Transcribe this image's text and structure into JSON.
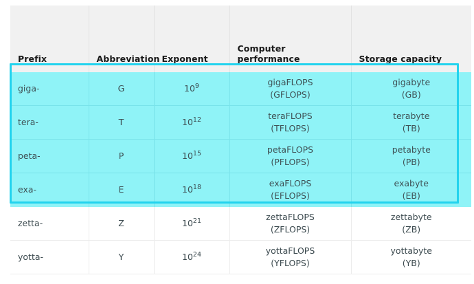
{
  "table": {
    "columns": [
      {
        "key": "prefix",
        "label": "Prefix"
      },
      {
        "key": "abbrev",
        "label": "Abbreviation"
      },
      {
        "key": "exponent",
        "label": "Exponent"
      },
      {
        "key": "perf",
        "label": "Computer performance"
      },
      {
        "key": "storage",
        "label": "Storage capacity"
      }
    ],
    "rows": [
      {
        "prefix": "giga-",
        "abbrev": "G",
        "exponent_base": "10",
        "exponent_power": "9",
        "perf_name": "gigaFLOPS",
        "perf_abbr": "(GFLOPS)",
        "storage_name": "gigabyte",
        "storage_abbr": "(GB)",
        "highlighted": true
      },
      {
        "prefix": "tera-",
        "abbrev": "T",
        "exponent_base": "10",
        "exponent_power": "12",
        "perf_name": "teraFLOPS",
        "perf_abbr": "(TFLOPS)",
        "storage_name": "terabyte",
        "storage_abbr": "(TB)",
        "highlighted": true
      },
      {
        "prefix": "peta-",
        "abbrev": "P",
        "exponent_base": "10",
        "exponent_power": "15",
        "perf_name": "petaFLOPS",
        "perf_abbr": "(PFLOPS)",
        "storage_name": "petabyte",
        "storage_abbr": "(PB)",
        "highlighted": true
      },
      {
        "prefix": "exa-",
        "abbrev": "E",
        "exponent_base": "10",
        "exponent_power": "18",
        "perf_name": "exaFLOPS",
        "perf_abbr": "(EFLOPS)",
        "storage_name": "exabyte",
        "storage_abbr": "(EB)",
        "highlighted": true
      },
      {
        "prefix": "zetta-",
        "abbrev": "Z",
        "exponent_base": "10",
        "exponent_power": "21",
        "perf_name": "zettaFLOPS",
        "perf_abbr": "(ZFLOPS)",
        "storage_name": "zettabyte",
        "storage_abbr": "(ZB)",
        "highlighted": false
      },
      {
        "prefix": "yotta-",
        "abbrev": "Y",
        "exponent_base": "10",
        "exponent_power": "24",
        "perf_name": "yottaFLOPS",
        "perf_abbr": "(YFLOPS)",
        "storage_name": "yottabyte",
        "storage_abbr": "(YB)",
        "highlighted": false
      }
    ]
  },
  "colors": {
    "header_background": "#f1f1f1",
    "highlight_fill": "#8ff3f7",
    "highlight_border": "#22d3ee",
    "body_text": "#3c4a4f",
    "header_text": "#1a1a1a",
    "grid_line": "#ececec"
  }
}
